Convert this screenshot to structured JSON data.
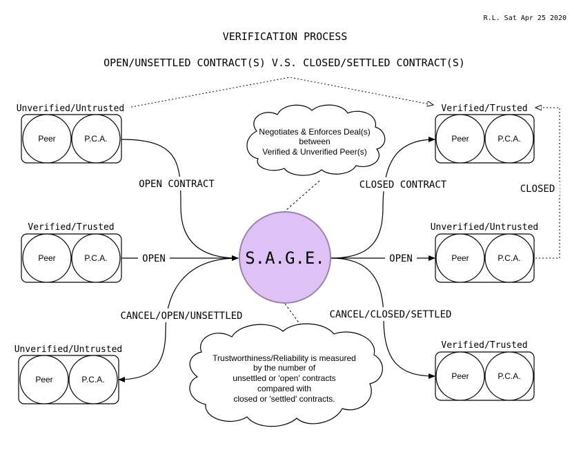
{
  "header": {
    "author_date": "R.L. Sat Apr 25 2020",
    "title": "VERIFICATION PROCESS",
    "subtitle": "OPEN/UNSETTLED CONTRACT(S) V.S. CLOSED/SETTLED CONTRACT(S)"
  },
  "center": {
    "label": "S.A.G.E.",
    "fill": "#dfc2f5",
    "stroke": "#9b80ac"
  },
  "peer_label": "Peer",
  "pca_label": "P.C.A.",
  "groups": {
    "top_left": "Unverified/Untrusted",
    "mid_left": "Verified/Trusted",
    "bottom_left": "Unverified/Untrusted",
    "top_right": "Verified/Trusted",
    "mid_right": "Unverified/Untrusted",
    "bottom_right": "Verified/Trusted"
  },
  "edges": {
    "open_contract": "OPEN CONTRACT",
    "open_left": "OPEN",
    "cancel_open": "CANCEL/OPEN/UNSETTLED",
    "closed_contract": "CLOSED CONTRACT",
    "open_right": "OPEN",
    "cancel_closed": "CANCEL/CLOSED/SETTLED",
    "closed_side": "CLOSED"
  },
  "cloud_top": {
    "line1": "Negotiates & Enforces Deal(s)",
    "line2": "between",
    "line3": "Verified & Unverified Peer(s)"
  },
  "cloud_bottom": {
    "line1": "Trustworthiness/Reliability is measured",
    "line2": "by the number of",
    "line3": "unsettled or 'open' contracts",
    "line4": "compared with",
    "line5": "closed or 'settled' contracts."
  }
}
